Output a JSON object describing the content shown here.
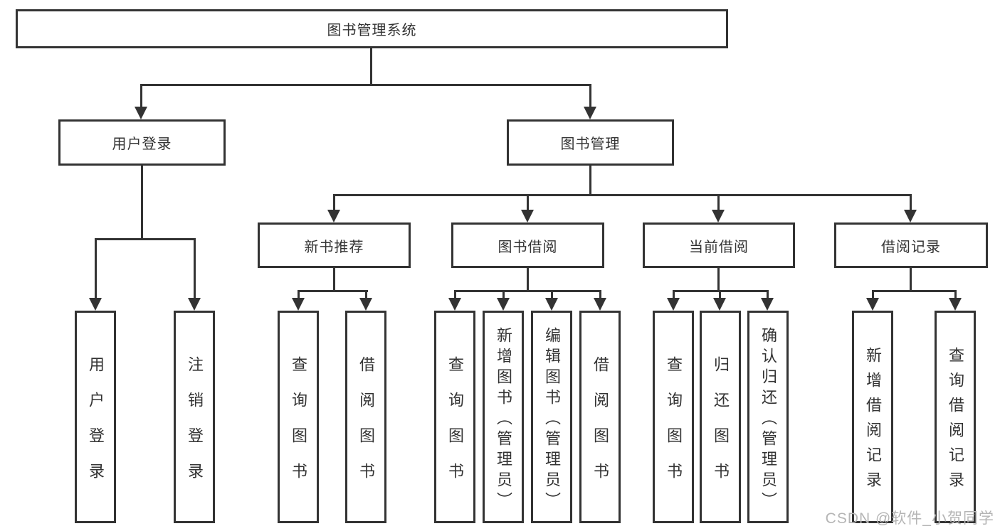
{
  "colors": {
    "line": "#333333",
    "box_background": "#ffffff",
    "text": "#333333",
    "watermark_text_color": "#b5b5b5"
  },
  "diagram": {
    "type": "tree",
    "root": {
      "label": "图书管理系统"
    },
    "branches": [
      {
        "label": "用户登录",
        "children": [
          {
            "label": "用户登录"
          },
          {
            "label": "注销登录"
          }
        ]
      },
      {
        "label": "图书管理",
        "children": [
          {
            "label": "新书推荐",
            "children": [
              {
                "label": "查询图书"
              },
              {
                "label": "借阅图书"
              }
            ]
          },
          {
            "label": "图书借阅",
            "children": [
              {
                "label": "查询图书"
              },
              {
                "label": "新增图书（管理员）"
              },
              {
                "label": "编辑图书（管理员）"
              },
              {
                "label": "借阅图书"
              }
            ]
          },
          {
            "label": "当前借阅",
            "children": [
              {
                "label": "查询图书"
              },
              {
                "label": "归还图书"
              },
              {
                "label": "确认归还（管理员）"
              }
            ]
          },
          {
            "label": "借阅记录",
            "children": [
              {
                "label": "新增借阅记录"
              },
              {
                "label": "查询借阅记录"
              }
            ]
          }
        ]
      }
    ]
  },
  "watermark": {
    "text": "CSDN @软件_小贺同学"
  }
}
